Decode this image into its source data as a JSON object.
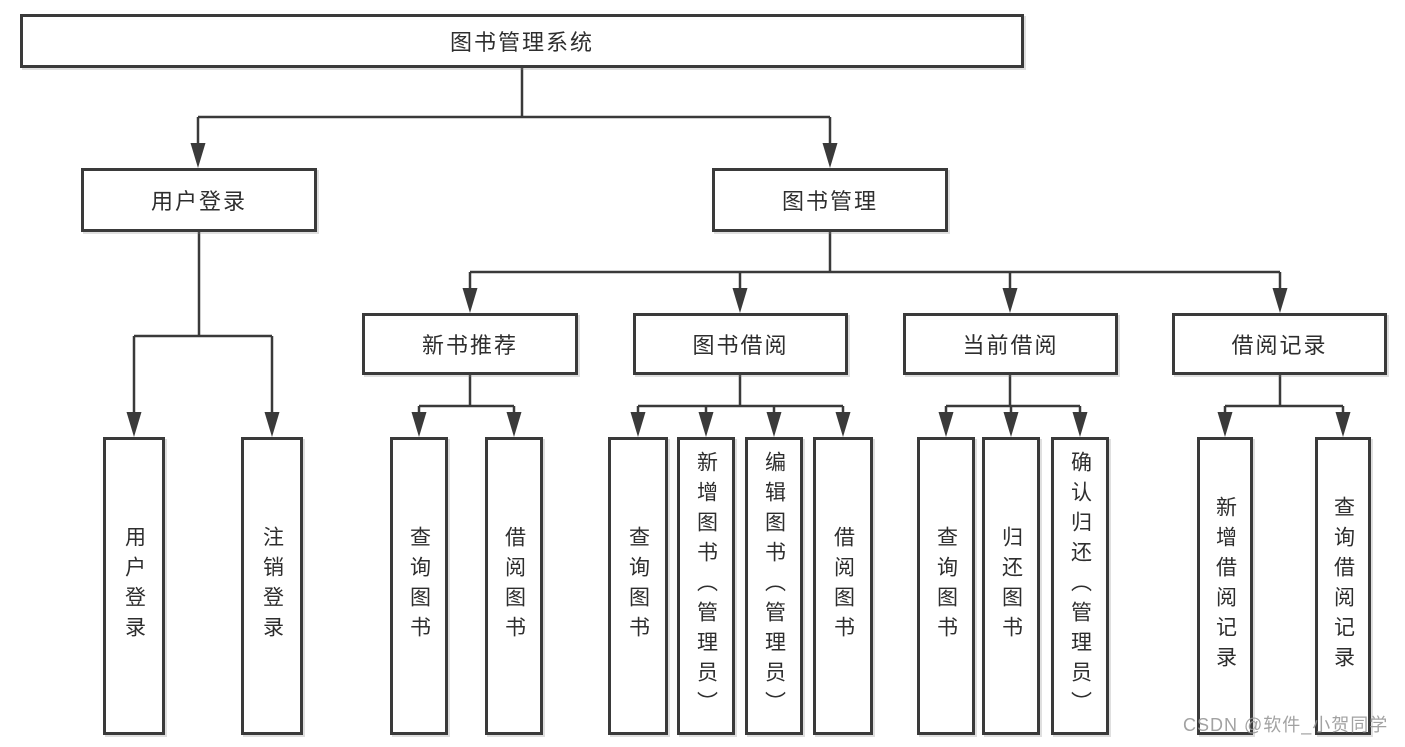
{
  "diagram": {
    "root": {
      "label": "图书管理系统"
    },
    "level2": [
      {
        "label": "用户登录"
      },
      {
        "label": "图书管理"
      }
    ],
    "level3": [
      {
        "label": "新书推荐"
      },
      {
        "label": "图书借阅"
      },
      {
        "label": "当前借阅"
      },
      {
        "label": "借阅记录"
      }
    ],
    "groups": [
      {
        "parent": "用户登录",
        "items": [
          {
            "label": "用户登录"
          },
          {
            "label": "注销登录"
          }
        ]
      },
      {
        "parent": "新书推荐",
        "items": [
          {
            "label": "查询图书"
          },
          {
            "label": "借阅图书"
          }
        ]
      },
      {
        "parent": "图书借阅",
        "items": [
          {
            "label": "查询图书"
          },
          {
            "label": "新增图书（管理员）"
          },
          {
            "label": "编辑图书（管理员）"
          },
          {
            "label": "借阅图书"
          }
        ]
      },
      {
        "parent": "当前借阅",
        "items": [
          {
            "label": "查询图书"
          },
          {
            "label": "归还图书"
          },
          {
            "label": "确认归还（管理员）"
          }
        ]
      },
      {
        "parent": "借阅记录",
        "items": [
          {
            "label": "新增借阅记录"
          },
          {
            "label": "查询借阅记录"
          }
        ]
      }
    ],
    "watermark": "CSDN @软件_小贺同学",
    "colors": {
      "line": "#3a3a3a",
      "box_border": "#3a3a3a",
      "text": "#2e2e2e",
      "watermark": "#989898",
      "background": "#ffffff"
    }
  }
}
